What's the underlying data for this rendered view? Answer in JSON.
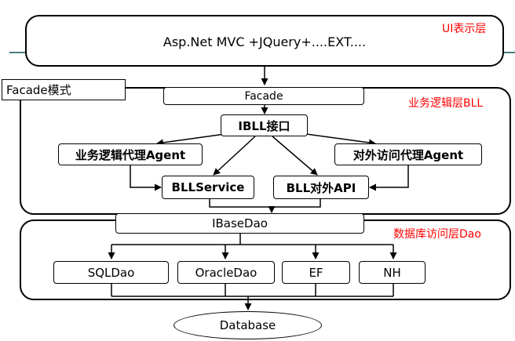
{
  "layers": {
    "ui": {
      "title": "UI表示层",
      "title_color": "#ff0000",
      "content": "Asp.Net MVC +JQuery+....EXT...."
    },
    "bll": {
      "title": "业务逻辑层BLL",
      "title_color": "#ff0000"
    },
    "dao": {
      "title": "数据库访问层Dao",
      "title_color": "#ff0000"
    }
  },
  "facade_pattern_label": "Facade模式",
  "nodes": {
    "facade": "Facade",
    "ibll": "IBLL接口",
    "agent_bll": "业务逻辑代理Agent",
    "agent_external": "对外访问代理Agent",
    "bllservice": "BLLService",
    "bll_api": "BLL对外API",
    "ibasedao": "IBaseDao",
    "sqldao": "SQLDao",
    "oracledao": "OracleDao",
    "ef": "EF",
    "nh": "NH",
    "database": "Database"
  }
}
